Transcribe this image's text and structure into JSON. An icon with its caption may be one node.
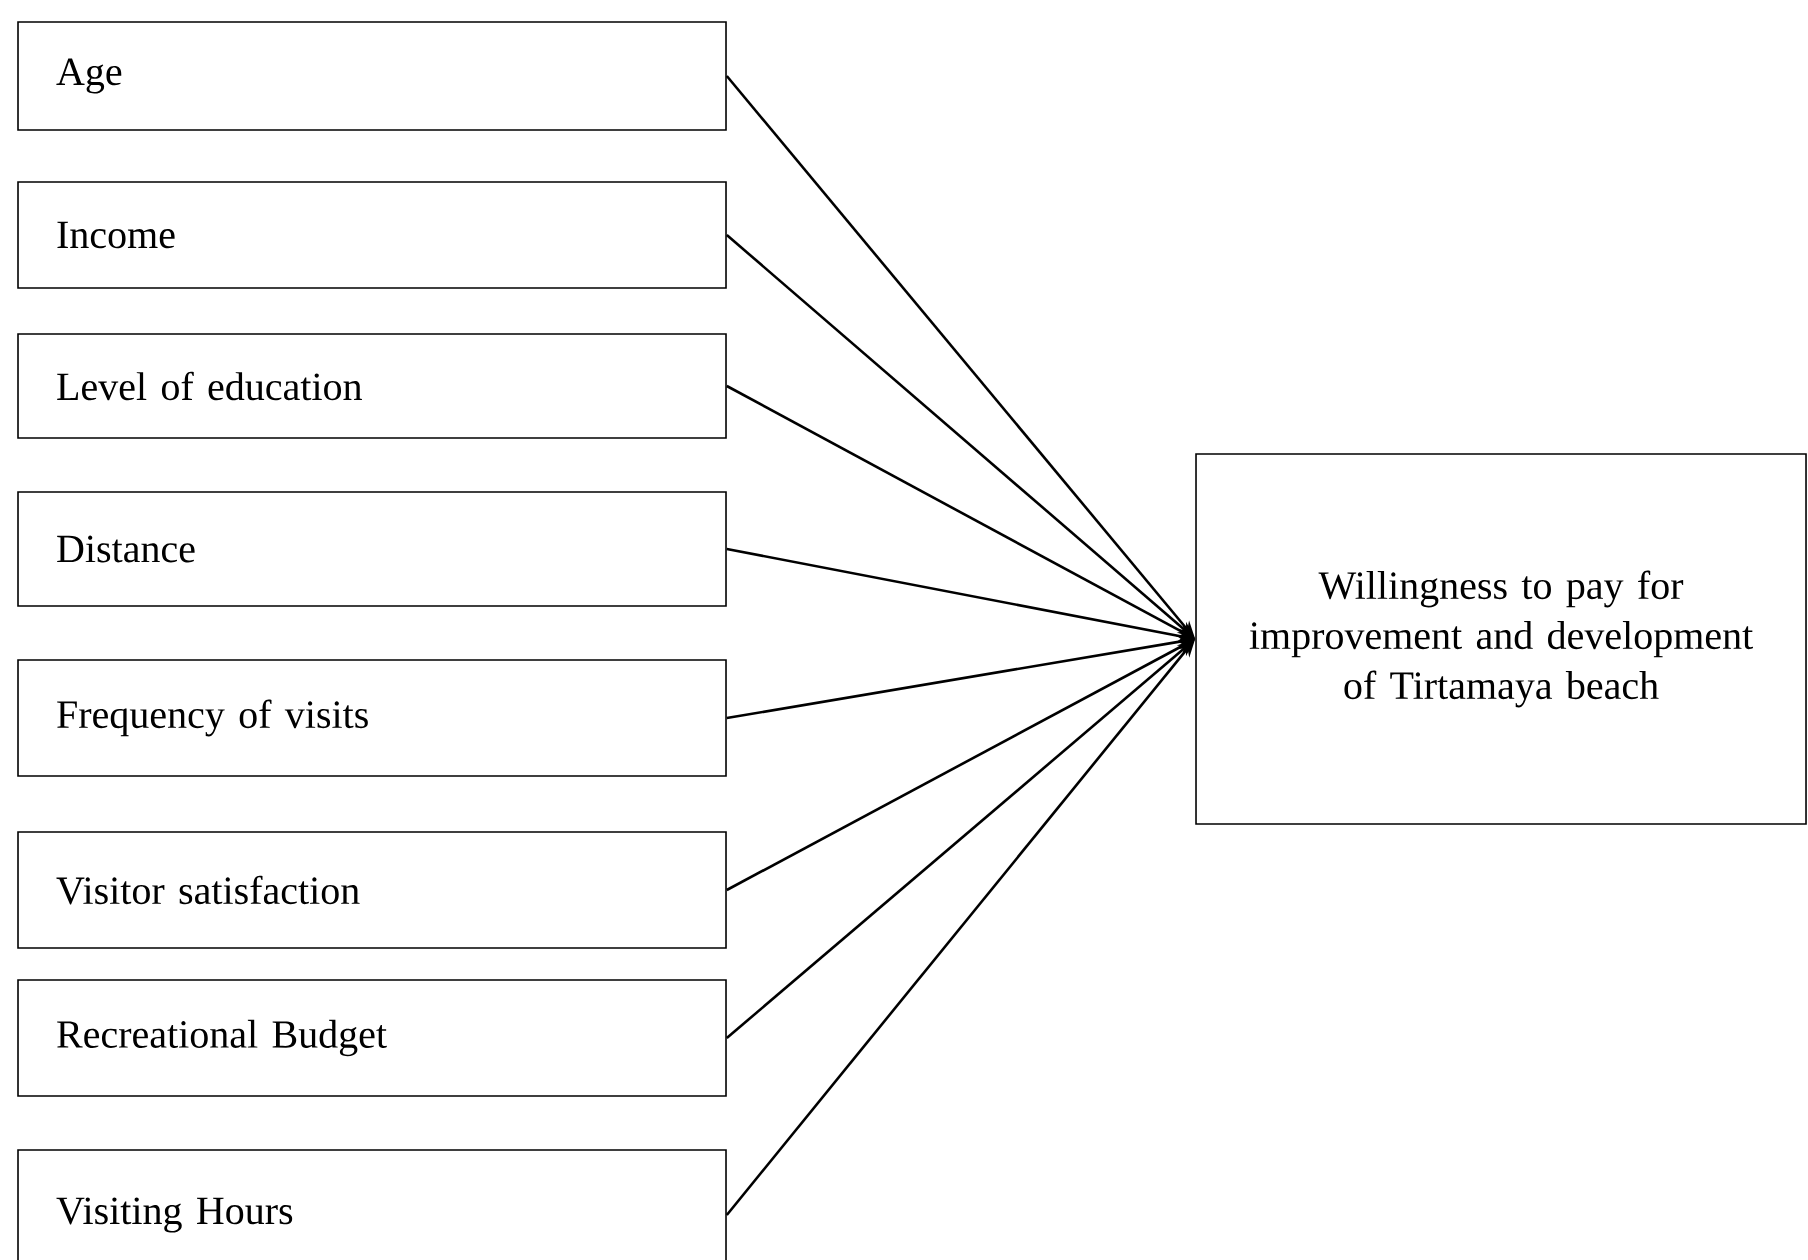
{
  "diagram": {
    "nodes": [
      {
        "text": [
          "Age"
        ]
      },
      {
        "text": [
          "Income"
        ]
      },
      {
        "text": [
          "Level of education"
        ]
      },
      {
        "text": [
          "Distance"
        ]
      },
      {
        "text": [
          "Frequency of visits"
        ]
      },
      {
        "text": [
          "Visitor satisfaction"
        ]
      },
      {
        "text": [
          "Recreational Budget"
        ]
      },
      {
        "text": [
          "Visiting Hours"
        ]
      },
      {
        "text": [
          "Willingness to pay for improvement and development of Tirtamaya beach"
        ]
      }
    ],
    "edges": [
      {
        "from": 0,
        "to": 8,
        "arrow": "to"
      },
      {
        "from": 1,
        "to": 8,
        "arrow": "to"
      },
      {
        "from": 2,
        "to": 8,
        "arrow": "to"
      },
      {
        "from": 3,
        "to": 8,
        "arrow": "to"
      },
      {
        "from": 4,
        "to": 8,
        "arrow": "to"
      },
      {
        "from": 5,
        "to": 8,
        "arrow": "to"
      },
      {
        "from": 6,
        "to": 8,
        "arrow": "to"
      },
      {
        "from": 7,
        "to": 8,
        "arrow": "to"
      }
    ]
  }
}
